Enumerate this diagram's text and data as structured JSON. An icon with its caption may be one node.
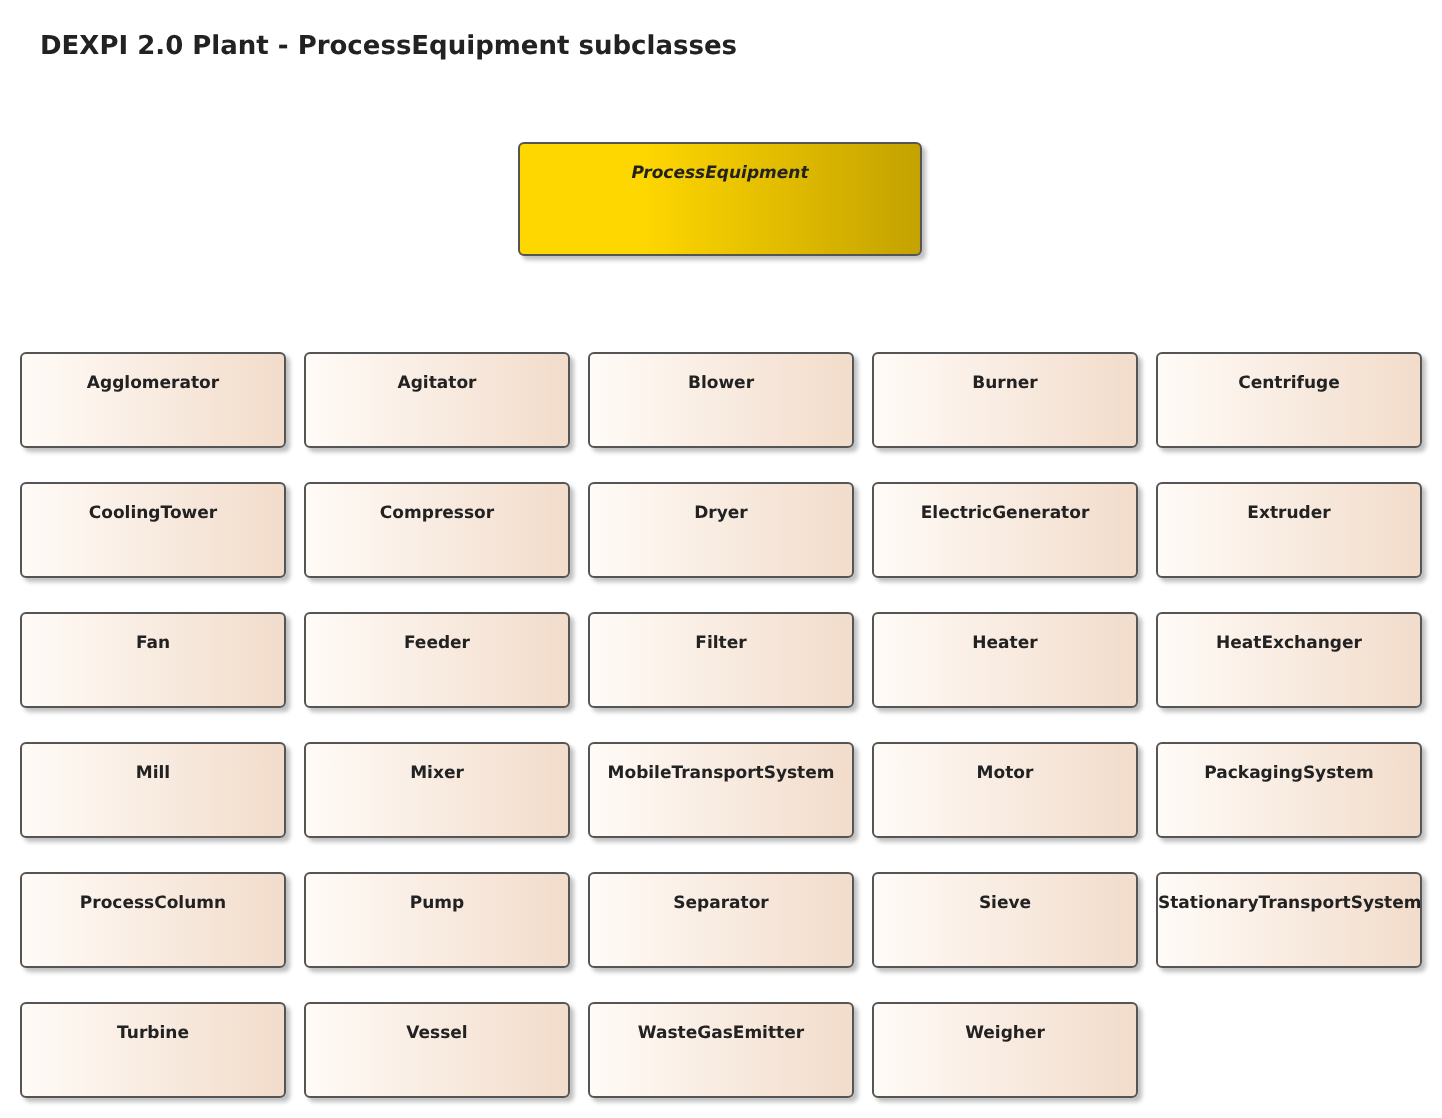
{
  "diagram": {
    "title": "DEXPI 2.0 Plant - ProcessEquipment subclasses",
    "nodes": [
      {
        "text": [
          "ProcessEquipment"
        ]
      },
      {
        "text": [
          "Agglomerator"
        ]
      },
      {
        "text": [
          "Agitator"
        ]
      },
      {
        "text": [
          "Blower"
        ]
      },
      {
        "text": [
          "Burner"
        ]
      },
      {
        "text": [
          "Centrifuge"
        ]
      },
      {
        "text": [
          "CoolingTower"
        ]
      },
      {
        "text": [
          "Compressor"
        ]
      },
      {
        "text": [
          "Dryer"
        ]
      },
      {
        "text": [
          "ElectricGenerator"
        ]
      },
      {
        "text": [
          "Extruder"
        ]
      },
      {
        "text": [
          "Fan"
        ]
      },
      {
        "text": [
          "Feeder"
        ]
      },
      {
        "text": [
          "Filter"
        ]
      },
      {
        "text": [
          "Heater"
        ]
      },
      {
        "text": [
          "HeatExchanger"
        ]
      },
      {
        "text": [
          "Mill"
        ]
      },
      {
        "text": [
          "Mixer"
        ]
      },
      {
        "text": [
          "MobileTransportSystem"
        ]
      },
      {
        "text": [
          "Motor"
        ]
      },
      {
        "text": [
          "PackagingSystem"
        ]
      },
      {
        "text": [
          "ProcessColumn"
        ]
      },
      {
        "text": [
          "Pump"
        ]
      },
      {
        "text": [
          "Separator"
        ]
      },
      {
        "text": [
          "Sieve"
        ]
      },
      {
        "text": [
          "StationaryTransportSystem"
        ]
      },
      {
        "text": [
          "Turbine"
        ]
      },
      {
        "text": [
          "Vessel"
        ]
      },
      {
        "text": [
          "WasteGasEmitter"
        ]
      },
      {
        "text": [
          "Weigher"
        ]
      }
    ],
    "edges": []
  }
}
